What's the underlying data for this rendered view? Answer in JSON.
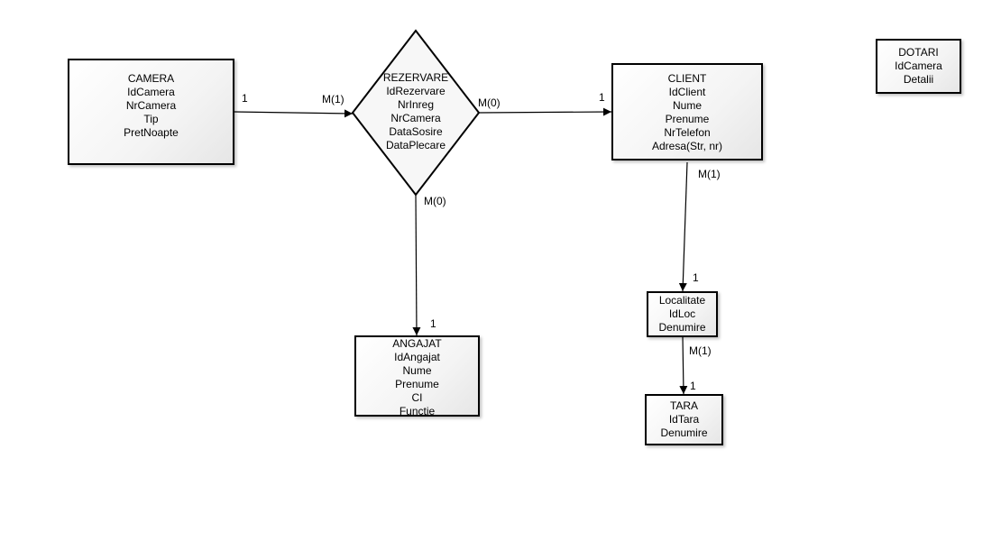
{
  "entities": {
    "camera": {
      "title": "CAMERA",
      "attrs": [
        "IdCamera",
        "NrCamera",
        "Tip",
        "PretNoapte"
      ]
    },
    "client": {
      "title": "CLIENT",
      "attrs": [
        "IdClient",
        "Nume",
        "Prenume",
        "NrTelefon",
        "Adresa(Str, nr)"
      ]
    },
    "dotari": {
      "title": "DOTARI",
      "attrs": [
        "IdCamera",
        "Detalii"
      ]
    },
    "angajat": {
      "title": "ANGAJAT",
      "attrs": [
        "IdAngajat",
        "Nume",
        "Prenume",
        "CI",
        "Functie"
      ]
    },
    "localitate": {
      "title": "Localitate",
      "attrs": [
        "IdLoc",
        "Denumire"
      ]
    },
    "tara": {
      "title": "TARA",
      "attrs": [
        "IdTara",
        "Denumire"
      ]
    }
  },
  "relationship": {
    "title": "REZERVARE",
    "attrs": [
      "IdRezervare",
      "NrInreg",
      "NrCamera",
      "DataSosire",
      "DataPlecare"
    ]
  },
  "cardinalities": {
    "camera_one": "1",
    "rezervare_camera": "M(1)",
    "rezervare_client": "M(0)",
    "client_one": "1",
    "rezervare_angajat": "M(0)",
    "angajat_one": "1",
    "client_localitate": "M(1)",
    "localitate_one": "1",
    "localitate_tara": "M(1)",
    "tara_one": "1"
  }
}
